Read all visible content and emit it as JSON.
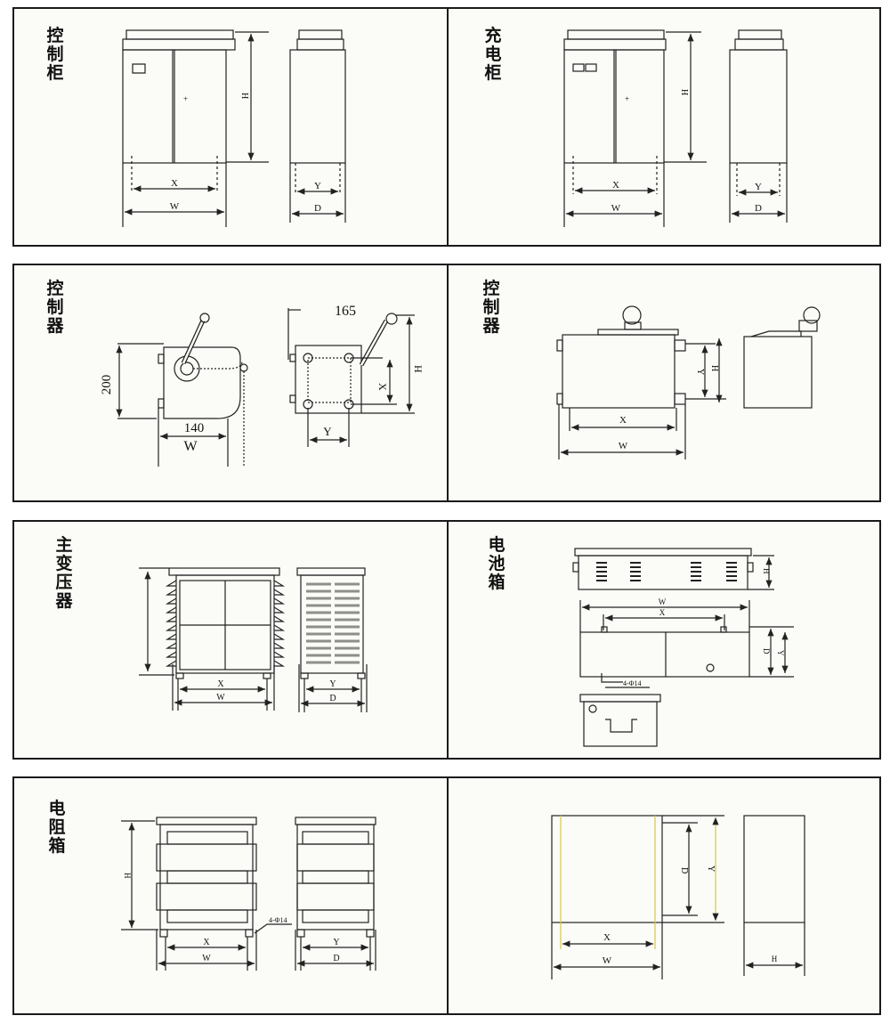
{
  "panels": [
    {
      "title": "控制柜",
      "labels": {
        "x": "X",
        "w": "W",
        "h": "H",
        "y": "Y",
        "d": "D"
      }
    },
    {
      "title": "充电柜",
      "labels": {
        "x": "X",
        "w": "W",
        "h": "H",
        "y": "Y",
        "d": "D"
      }
    },
    {
      "title": "控制器",
      "labels": {
        "h200": "200",
        "w140": "140",
        "w": "W",
        "d165": "165",
        "x": "X",
        "y": "Y",
        "h": "H"
      }
    },
    {
      "title": "控制器",
      "labels": {
        "y": "Y",
        "h": "H",
        "x": "X",
        "w": "W"
      }
    },
    {
      "title": "主变压器",
      "labels": {
        "x": "X",
        "w": "W",
        "y": "Y",
        "d": "D"
      }
    },
    {
      "title": "电池箱",
      "labels": {
        "h": "H",
        "w": "W",
        "x": "X",
        "d": "D",
        "y": "Y",
        "holes": "4-Φ14"
      }
    },
    {
      "title": "电阻箱",
      "labels": {
        "h": "H",
        "x": "X",
        "w": "W",
        "y": "Y",
        "d": "D",
        "holes": "4-Φ14"
      }
    },
    {
      "title": "",
      "labels": {
        "d": "D",
        "y": "Y",
        "x": "X",
        "w": "W",
        "h": "H"
      }
    }
  ]
}
